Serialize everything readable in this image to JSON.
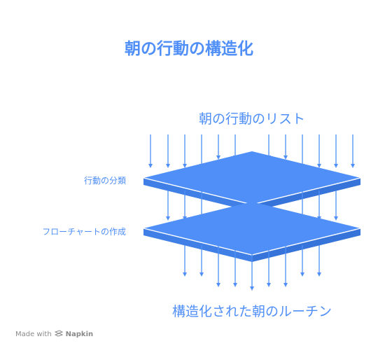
{
  "title": "朝の行動の構造化",
  "input_label": "朝の行動のリスト",
  "output_label": "構造化された朝のルーチン",
  "layers": [
    {
      "label": "行動の分類"
    },
    {
      "label": "フローチャートの作成"
    }
  ],
  "footer": {
    "prefix": "Made with",
    "brand": "Napkin",
    "icon": "napkin-logo-icon"
  },
  "colors": {
    "accent": "#4f8ff7",
    "plate": "#4f8ff7",
    "plate_edge": "#ffffff",
    "footer": "#8a8a8a"
  }
}
